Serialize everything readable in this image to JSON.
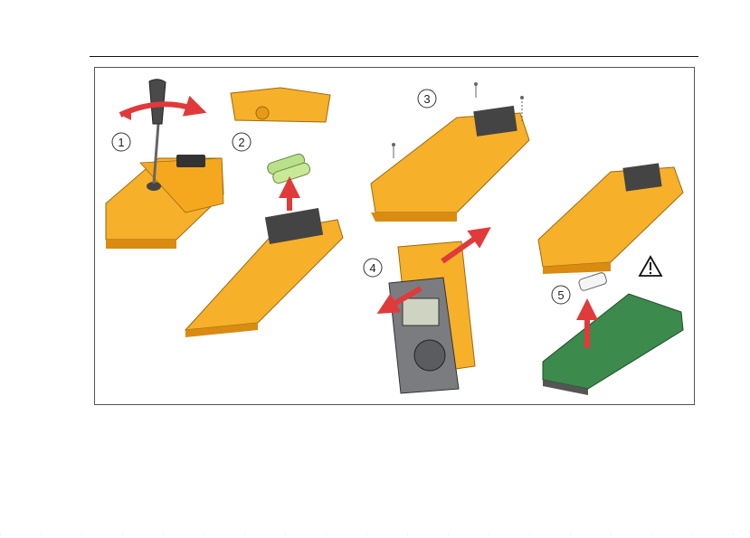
{
  "figure": {
    "steps": [
      {
        "number": "1",
        "action": "remove-screw"
      },
      {
        "number": "2",
        "action": "replace-batteries"
      },
      {
        "number": "3",
        "action": "remove-case-screws"
      },
      {
        "number": "4",
        "action": "separate-case"
      },
      {
        "number": "5",
        "action": "replace-fuse"
      }
    ],
    "warning_icon": "warning-triangle-icon",
    "colors": {
      "case_yellow": "#f7b02a",
      "case_shadow": "#d98b12",
      "arrow_red": "#e03a3a",
      "meter_gray": "#7a7c80",
      "battery_green": "#b9e08a",
      "pcb_green": "#3c8a4c"
    }
  }
}
